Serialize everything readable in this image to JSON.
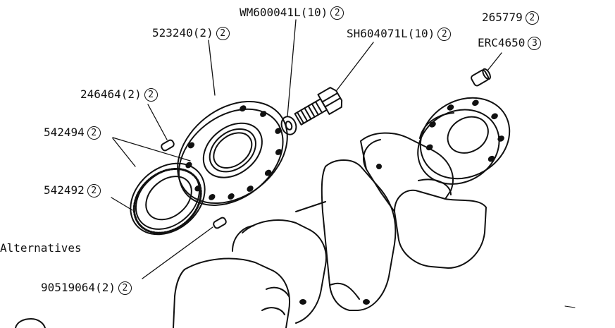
{
  "labels": {
    "wm600041l": {
      "part": "WM600041L(10)",
      "qty": "2"
    },
    "p265779": {
      "part": "265779",
      "qty": "2"
    },
    "p523240": {
      "part": "523240(2)",
      "qty": "2"
    },
    "sh604071l": {
      "part": "SH604071L(10)",
      "qty": "2"
    },
    "erc4650": {
      "part": "ERC4650",
      "qty": "3"
    },
    "p246464": {
      "part": "246464(2)",
      "qty": "2"
    },
    "p542494": {
      "part": "542494",
      "qty": "2"
    },
    "p542492": {
      "part": "542492",
      "qty": "2"
    },
    "p90519064": {
      "part": "90519064(2)",
      "qty": "2"
    }
  },
  "alternatives_text": "Alternatives"
}
